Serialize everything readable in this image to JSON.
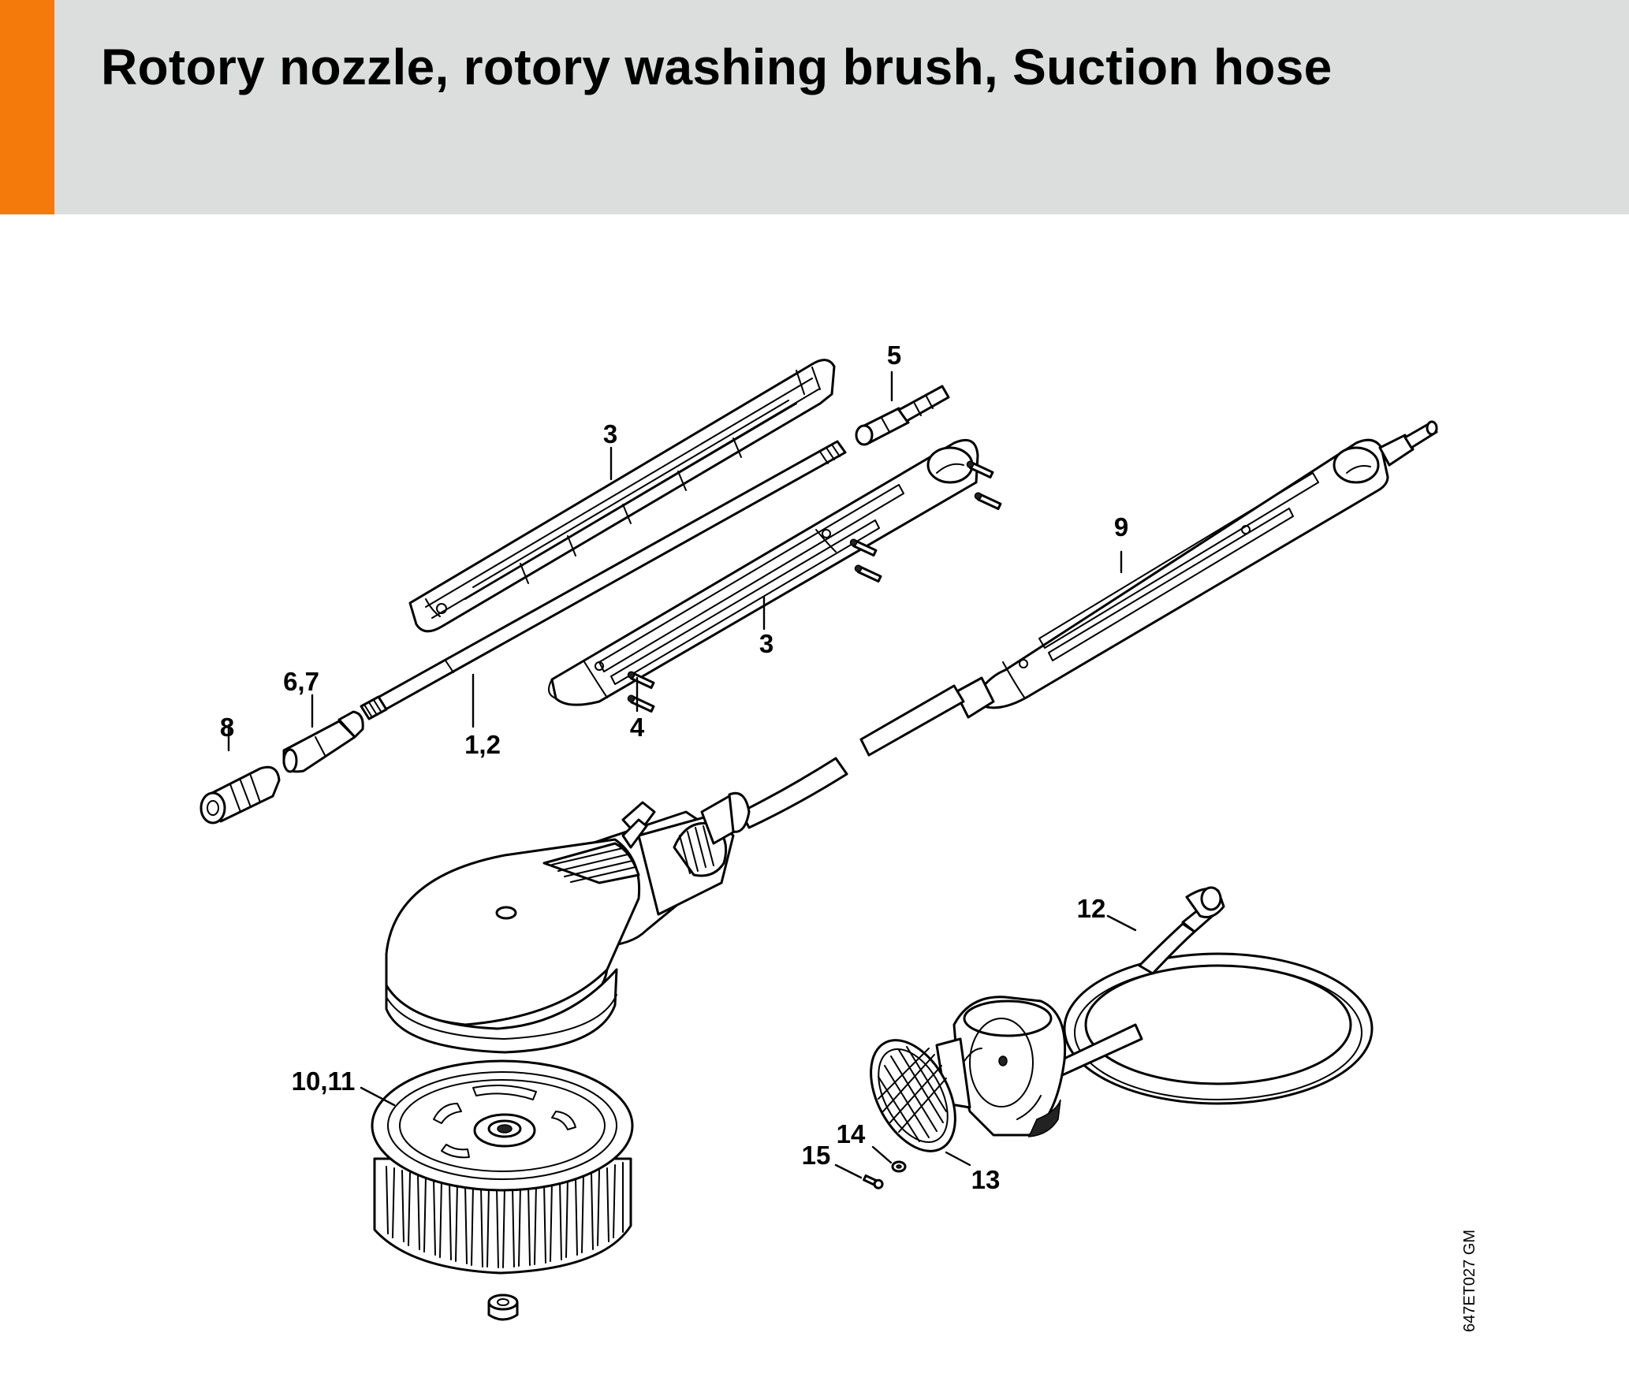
{
  "header": {
    "title": "Rotory nozzle, rotory washing brush, Suction hose",
    "accent_color": "#f37a0b",
    "background_color": "#dcdddd"
  },
  "diagram": {
    "callouts": {
      "p1_2": "1,2",
      "p3_upper": "3",
      "p3_lower": "3",
      "p4": "4",
      "p5": "5",
      "p6_7": "6,7",
      "p8": "8",
      "p9": "9",
      "p10_11": "10,11",
      "p12": "12",
      "p13": "13",
      "p14": "14",
      "p15": "15"
    },
    "reference_code": "647ET027 GM"
  }
}
